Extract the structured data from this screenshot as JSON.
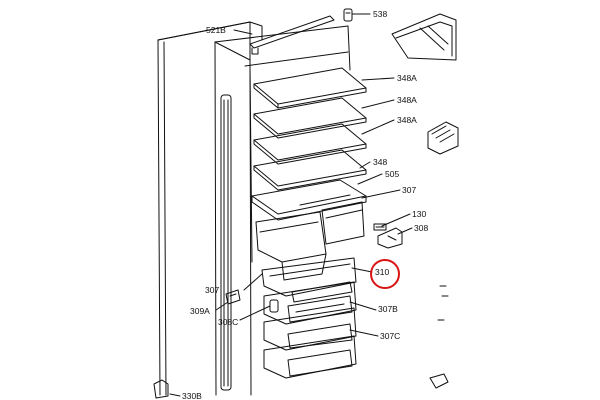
{
  "callouts": [
    {
      "id": "c538",
      "text": "538"
    },
    {
      "id": "c521b",
      "text": "521B"
    },
    {
      "id": "c348a1",
      "text": "348A"
    },
    {
      "id": "c348a2",
      "text": "348A"
    },
    {
      "id": "c348a3",
      "text": "348A"
    },
    {
      "id": "c348",
      "text": "348"
    },
    {
      "id": "c505",
      "text": "505"
    },
    {
      "id": "c307a",
      "text": "307"
    },
    {
      "id": "c130",
      "text": "130"
    },
    {
      "id": "c308",
      "text": "308"
    },
    {
      "id": "c310",
      "text": "310"
    },
    {
      "id": "c307b",
      "text": "307"
    },
    {
      "id": "c309a",
      "text": "309A"
    },
    {
      "id": "c308c",
      "text": "308C"
    },
    {
      "id": "c307bb",
      "text": "307B"
    },
    {
      "id": "c307c",
      "text": "307C"
    },
    {
      "id": "c330b",
      "text": "330B"
    }
  ],
  "highlight": {
    "part": "310",
    "color": "#d81414"
  },
  "colors": {
    "line": "#111111",
    "background": "#ffffff"
  }
}
